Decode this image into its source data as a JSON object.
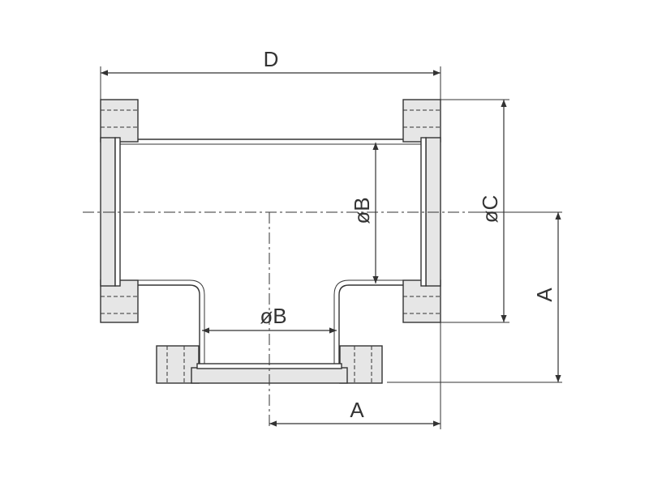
{
  "drawing": {
    "type": "tee-fitting-dimension-drawing",
    "labels": {
      "overall_length": "D",
      "tube_diameter_vertical": "øB",
      "tube_diameter_horizontal": "øB",
      "flange_diameter": "øC",
      "center_to_face_vertical": "A",
      "center_to_face_horizontal": "A"
    },
    "colors": {
      "line": "#333333",
      "fill_flange": "#e6e6e6",
      "fill_body": "#ffffff"
    }
  }
}
